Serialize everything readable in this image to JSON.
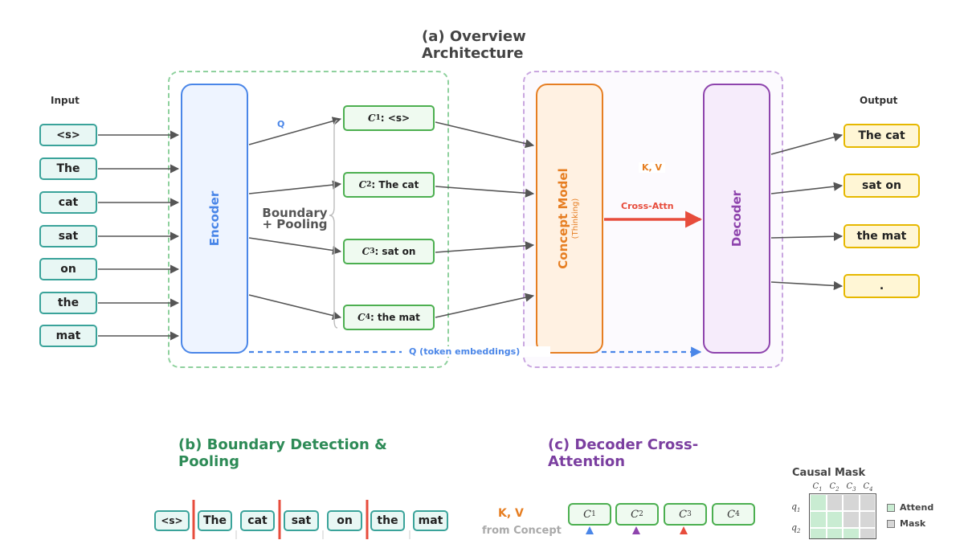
{
  "titles": {
    "a": [
      "(a) Overview",
      "Architecture"
    ],
    "b": [
      "(b) Boundary Detection &",
      "Pooling"
    ],
    "c": [
      "(c) Decoder Cross-",
      "Attention"
    ]
  },
  "input_label": "Input",
  "output_label": "Output",
  "input_tokens": [
    "<s>",
    "The",
    "cat",
    "sat",
    "on",
    "the",
    "mat"
  ],
  "encoder_label": "Encoder",
  "q_label": "Q",
  "boundary_label": [
    "Boundary",
    "+ Pooling"
  ],
  "concepts": [
    {
      "sym": "C",
      "sub": "1",
      "text": ": <s>"
    },
    {
      "sym": "C",
      "sub": "2",
      "text": ": The cat"
    },
    {
      "sym": "C",
      "sub": "3",
      "text": ": sat on"
    },
    {
      "sym": "C",
      "sub": "4",
      "text": ": the mat"
    }
  ],
  "concept_model": {
    "label": "Concept Model",
    "sub": "(Thinking)"
  },
  "kv_label": "K, V",
  "cross_attn_label": "Cross-Attn",
  "decoder_label": "Decoder",
  "outputs": [
    "The cat",
    "sat on",
    "the mat",
    "."
  ],
  "token_embeddings_label": "Q (token embeddings)",
  "panel_b_tokens": [
    "<s>",
    "The",
    "cat",
    "sat",
    "on",
    "the",
    "mat"
  ],
  "panel_c": {
    "kv": "K, V",
    "from": "from Concept",
    "concepts": [
      {
        "sym": "C",
        "sub": "1"
      },
      {
        "sym": "C",
        "sub": "2"
      },
      {
        "sym": "C",
        "sub": "3"
      },
      {
        "sym": "C",
        "sub": "4"
      }
    ]
  },
  "causal_mask": {
    "title": "Causal Mask",
    "cols": [
      {
        "sym": "C",
        "sub": "1"
      },
      {
        "sym": "C",
        "sub": "2"
      },
      {
        "sym": "C",
        "sub": "3"
      },
      {
        "sym": "C",
        "sub": "4"
      }
    ],
    "rows": [
      {
        "sym": "q",
        "sub": "1"
      },
      {
        "sym": "q",
        "sub": "2"
      }
    ],
    "legend": [
      "Attend",
      "Mask"
    ]
  },
  "colors": {
    "encoder": "#4a86e8",
    "concept_model": "#e67e22",
    "decoder": "#8e44ad",
    "cross_attn": "#e74c3c",
    "green_dash": "#8fd19e",
    "purple_dash": "#c9a6e0"
  }
}
